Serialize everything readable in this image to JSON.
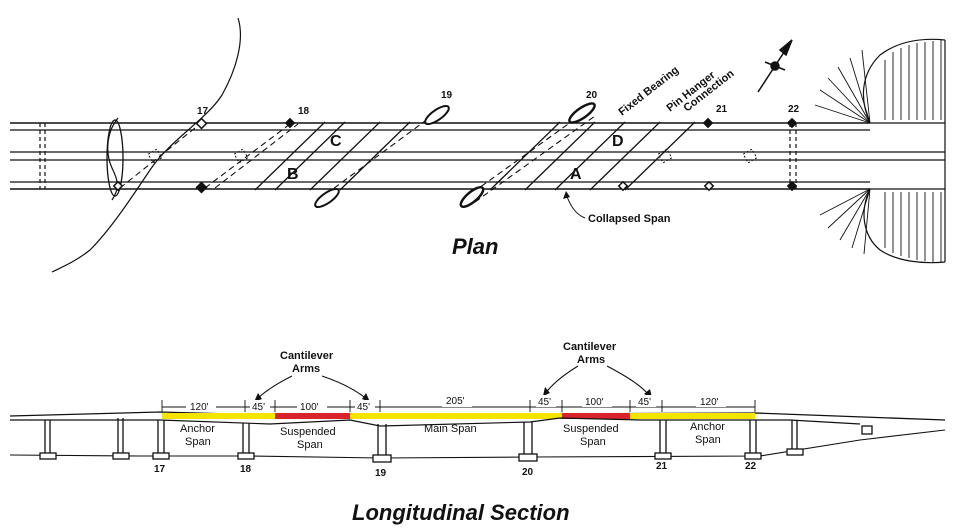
{
  "titles": {
    "plan": "Plan",
    "section": "Longitudinal Section"
  },
  "plan": {
    "piers": [
      "17",
      "18",
      "19",
      "20",
      "21",
      "22"
    ],
    "span_letters": [
      "B",
      "C",
      "A",
      "D"
    ],
    "labels": {
      "fixed_bearing": "Fixed Bearing",
      "pin_hanger": "Pin Hanger",
      "connection": "Connection",
      "collapsed_span": "Collapsed Span"
    }
  },
  "section": {
    "cantilever_label_1": "Cantilever",
    "cantilever_label_2": "Arms",
    "dimensions": [
      "120'",
      "45'",
      "100'",
      "45'",
      "205'",
      "45'",
      "100'",
      "45'",
      "120'"
    ],
    "span_names": {
      "anchor_1": "Anchor",
      "anchor_2": "Span",
      "suspended_1": "Suspended",
      "suspended_2": "Span",
      "main": "Main Span"
    },
    "piers": [
      "17",
      "18",
      "19",
      "20",
      "21",
      "22"
    ],
    "colors": {
      "highlight_yellow": "#f5e400",
      "highlight_red": "#d8232a"
    }
  }
}
